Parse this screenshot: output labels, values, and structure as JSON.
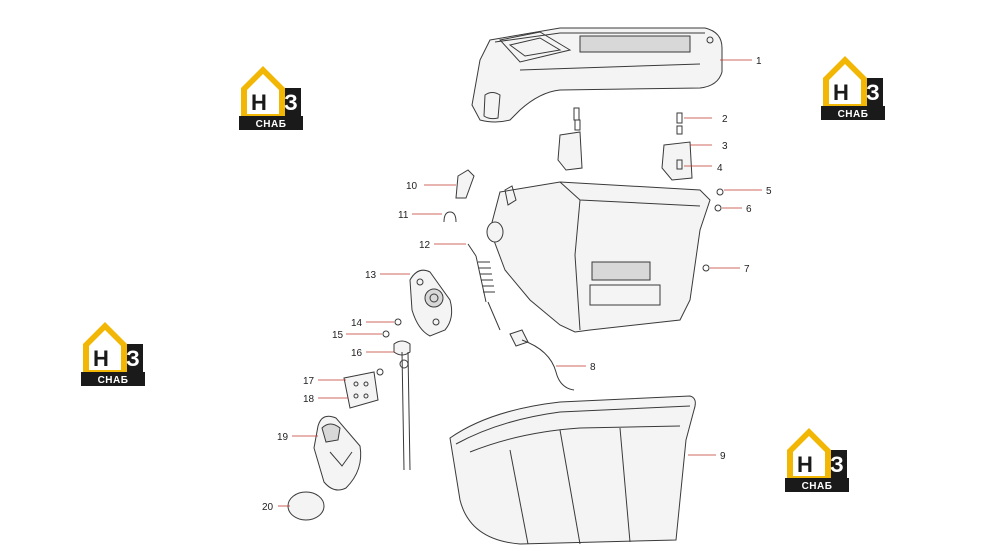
{
  "logo": {
    "letter_h": "Н",
    "letter_3": "З",
    "subtitle": "СНАБ",
    "colors": {
      "roof": "#f2b705",
      "block": "#1a1a1a",
      "accent": "#f2b705"
    }
  },
  "callouts": [
    {
      "label": "1"
    },
    {
      "label": "2"
    },
    {
      "label": "3"
    },
    {
      "label": "4"
    },
    {
      "label": "5"
    },
    {
      "label": "6"
    },
    {
      "label": "7"
    },
    {
      "label": "8"
    },
    {
      "label": "9"
    },
    {
      "label": "10"
    },
    {
      "label": "11"
    },
    {
      "label": "12"
    },
    {
      "label": "13"
    },
    {
      "label": "14"
    },
    {
      "label": "15"
    },
    {
      "label": "16"
    },
    {
      "label": "17"
    },
    {
      "label": "18"
    },
    {
      "label": "19"
    },
    {
      "label": "20"
    }
  ],
  "colors": {
    "leader": "#c0392b",
    "line": "#3a3a3a"
  }
}
